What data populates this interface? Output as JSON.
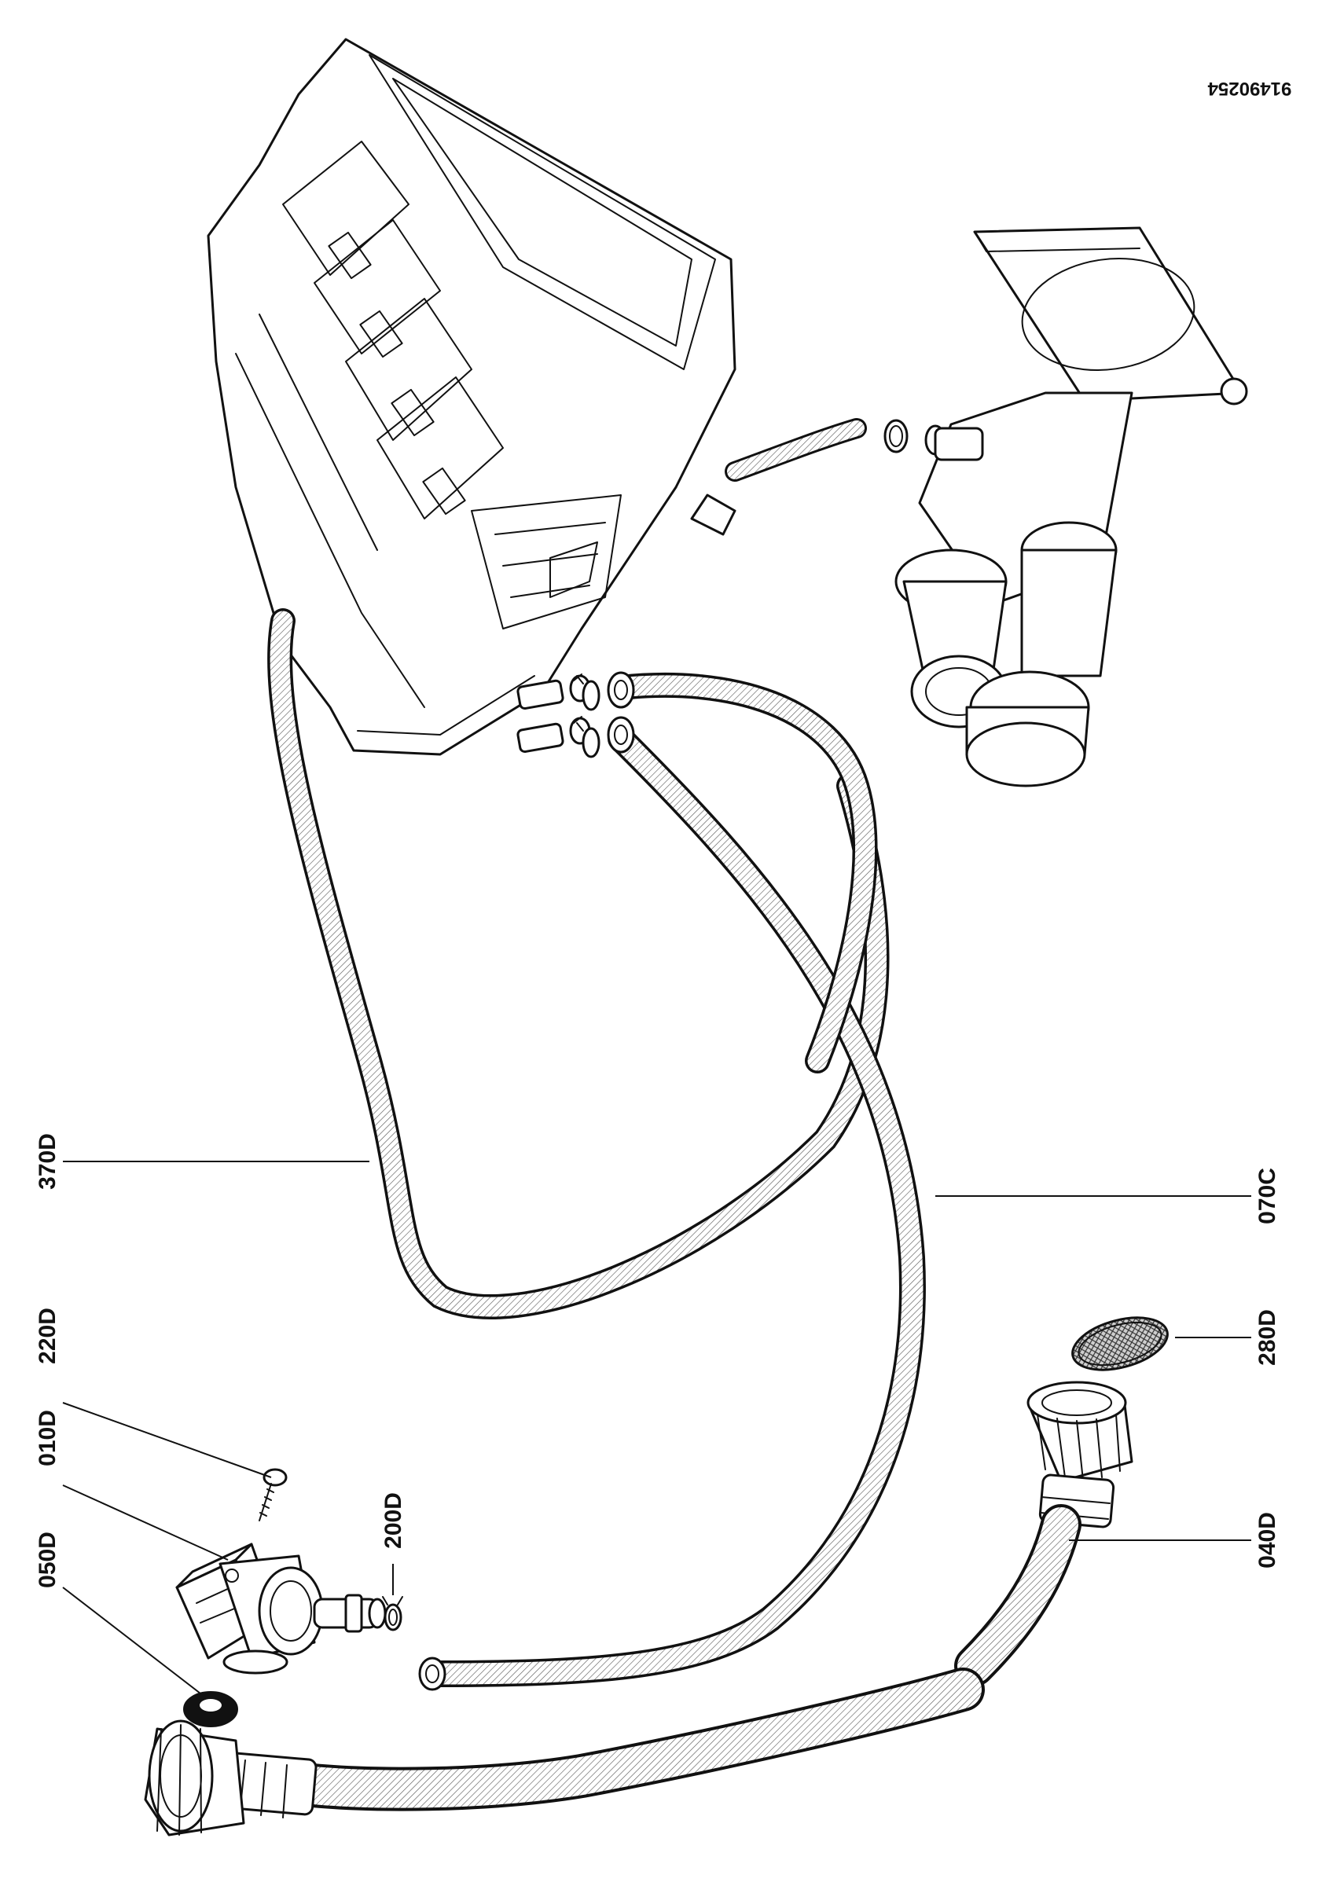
{
  "document_number": "91490254",
  "callouts": {
    "c370D": "370D",
    "c220D": "220D",
    "c010D": "010D",
    "c050D": "050D",
    "c200D": "200D",
    "c070C": "070C",
    "c280D": "280D",
    "c040D": "040D"
  },
  "colors": {
    "ink": "#111111",
    "paper": "#ffffff"
  }
}
